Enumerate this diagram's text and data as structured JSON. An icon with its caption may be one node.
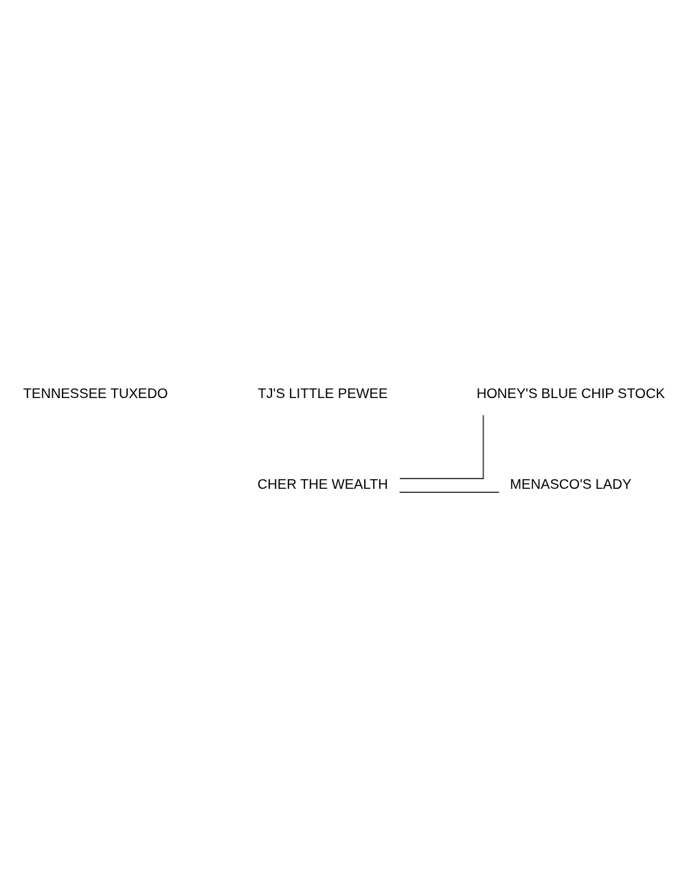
{
  "diagram": {
    "nodes": [
      {
        "text": [
          "TJ'S LITTLE PEWEE"
        ]
      },
      {
        "text": [
          "TENNESSEE TUXEDO"
        ]
      },
      {
        "text": [
          "HONEY'S BLUE CHIP STOCK"
        ]
      },
      {
        "text": [
          "CHER THE WEALTH"
        ]
      },
      {
        "text": [
          "MENASCO'S LADY"
        ]
      }
    ],
    "edges": [
      {
        "from": 3,
        "to": 2,
        "arrow": "none"
      },
      {
        "from": 3,
        "to": 4,
        "arrow": "none"
      }
    ]
  }
}
